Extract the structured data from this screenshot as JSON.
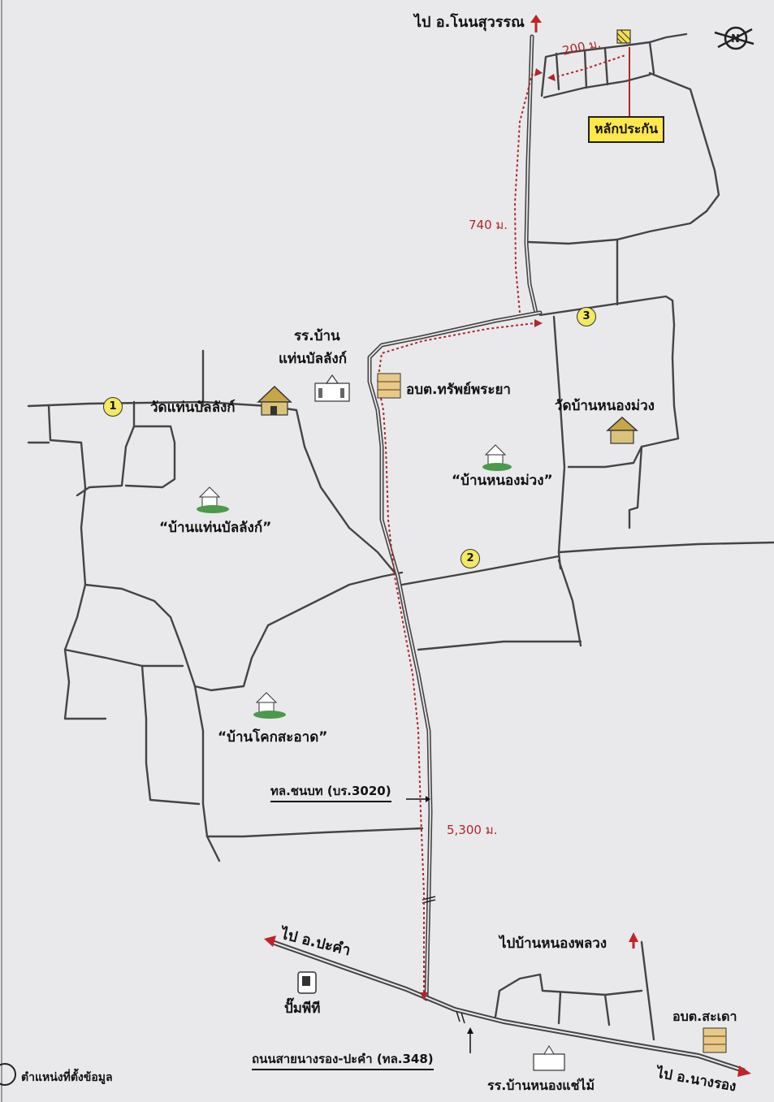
{
  "labels": {
    "to_nonsuwan": "ไป อ.โนนสุวรรณ",
    "guarantee": "หลักประกัน",
    "school_taen_title1": "รร.บ้าน",
    "school_taen_title2": "แท่นบัลลังก์",
    "wat_taen": "วัดแท่นบัลลังก์",
    "obt_sap": "อบต.ทรัพย์พระยา",
    "wat_nong_muang": "วัดบ้านหนองม่วง",
    "ban_nong_muang": "“บ้านหนองม่วง”",
    "ban_taen": "“บ้านแท่นบัลลังก์”",
    "ban_khok": "“บ้านโคกสะอาด”",
    "road_chonnabot": "ทล.ชนบท (บร.3020)",
    "to_pakham": "ไป อ.ปะคำ",
    "pump": "ปั๊มพีที",
    "to_nong_phluang": "ไปบ้านหนองพลวง",
    "obt_sakao": "อบต.สะเดา",
    "road_nangrong": "ถนนสายนางรอง-ปะคำ (ทล.348)",
    "school_nong_sae": "รร.บ้านหนองแช่ไม้",
    "to_nangrong": "ไป อ.นางรอง",
    "legend": "ตำแหน่งที่ตั้งข้อมูล"
  },
  "distances": {
    "d200": "200 ม.",
    "d740": "740 ม.",
    "d5300": "5,300 ม."
  },
  "markers": [
    "1",
    "2",
    "3"
  ],
  "colors": {
    "route": "#b0262a",
    "road": "#3a3a3a",
    "highlight": "#ffe94a",
    "arrow": "#c0242a"
  }
}
